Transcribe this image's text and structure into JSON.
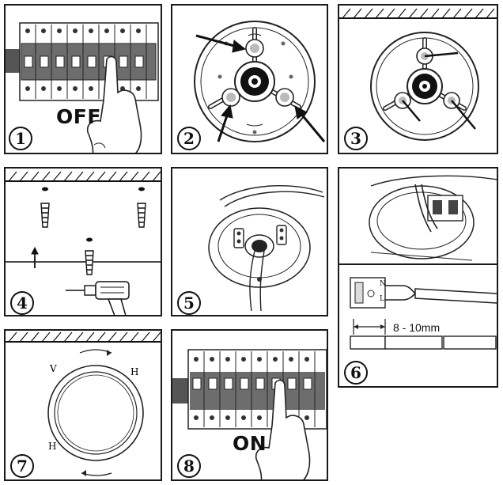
{
  "steps": [
    {
      "id": 1,
      "number": "1",
      "label": "OFF"
    },
    {
      "id": 2,
      "number": "2"
    },
    {
      "id": 3,
      "number": "3"
    },
    {
      "id": 4,
      "number": "4"
    },
    {
      "id": 5,
      "number": "5"
    },
    {
      "id": 6,
      "number": "6",
      "terminal_letters": [
        "N",
        "L"
      ],
      "strip_length": "8 - 10mm"
    },
    {
      "id": 7,
      "number": "7"
    },
    {
      "id": 8,
      "number": "8",
      "label": "ON"
    }
  ],
  "icons": [
    "hand-icon",
    "circuit-breaker-icon",
    "mounting-plate-icon",
    "arrow-icon",
    "wall-plug-icon",
    "drill-icon",
    "ceiling-light-icon",
    "terminal-block-icon",
    "wire-icon",
    "rotate-icon"
  ]
}
